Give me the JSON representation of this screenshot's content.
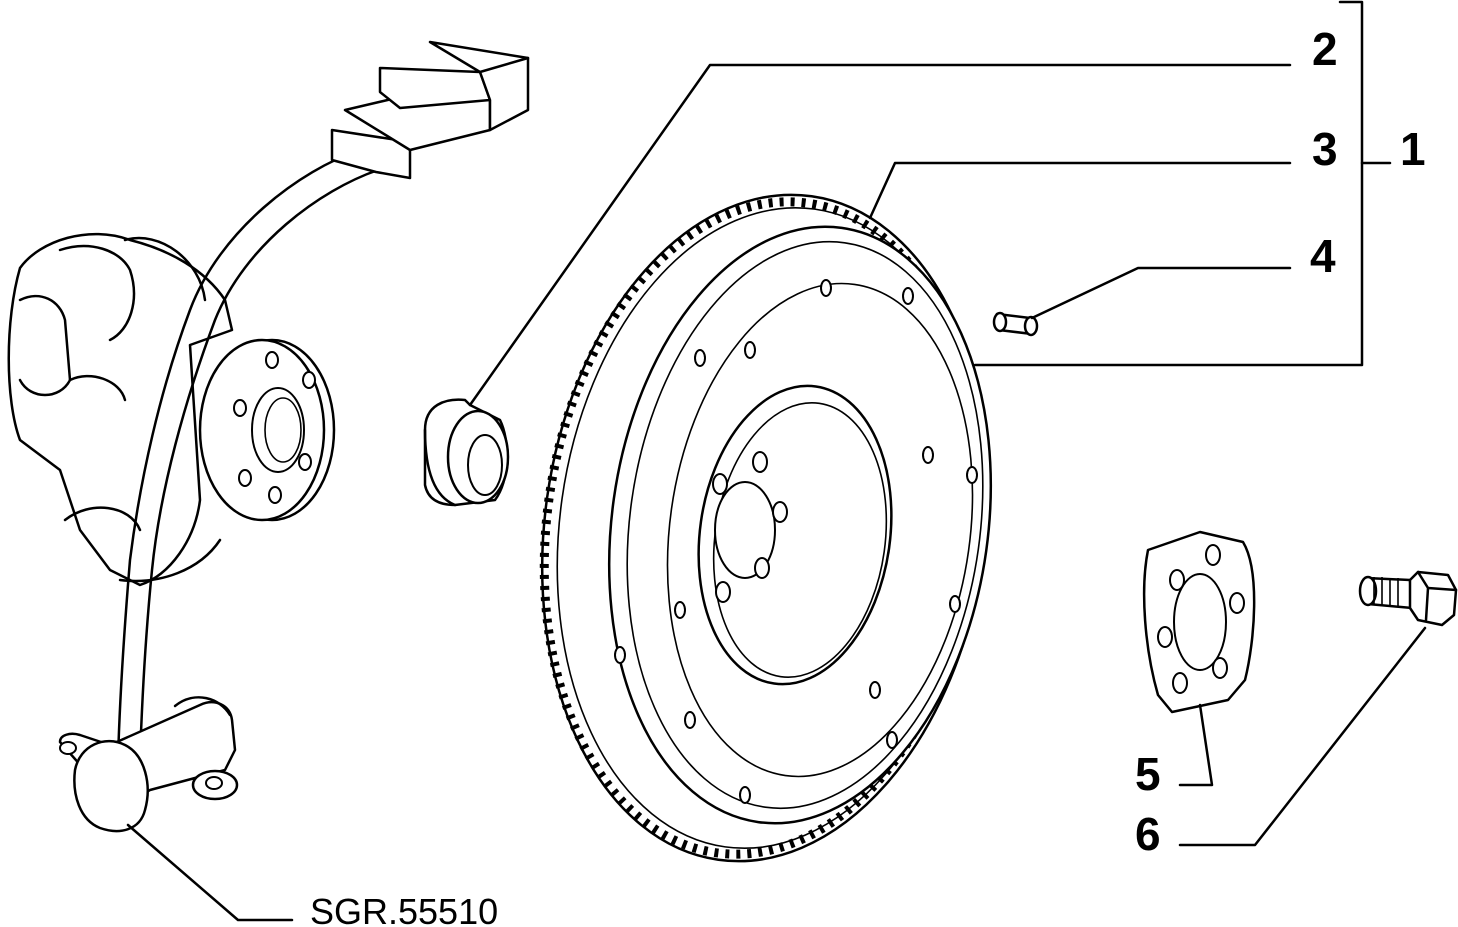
{
  "drawing": {
    "reference_code": "SGR.55510",
    "callouts": [
      {
        "id": "1",
        "label": "1"
      },
      {
        "id": "2",
        "label": "2"
      },
      {
        "id": "3",
        "label": "3"
      },
      {
        "id": "4",
        "label": "4"
      },
      {
        "id": "5",
        "label": "5"
      },
      {
        "id": "6",
        "label": "6"
      }
    ]
  },
  "icons": [
    "crankshaft-sensor-icon",
    "bushing-icon",
    "flywheel-icon",
    "dowel-pin-icon",
    "washer-plate-icon",
    "bolt-icon"
  ]
}
